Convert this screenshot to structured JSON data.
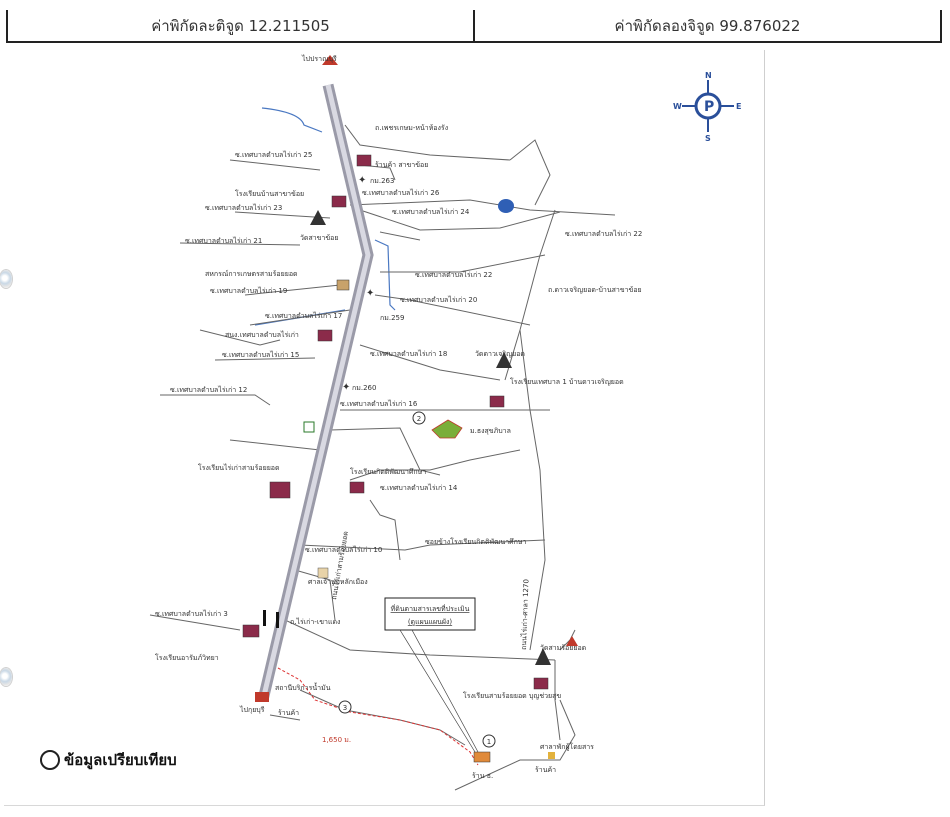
{
  "header": {
    "latitude": "ค่าพิกัดละติจูด 12.211505",
    "longitude": "ค่าพิกัดลองจิจูด 99.876022"
  },
  "compass": {
    "letters": [
      "N",
      "W",
      "E",
      "S"
    ]
  },
  "legend": {
    "text": "ข้อมูลเปรียบเทียบ"
  },
  "map": {
    "to_north": "ไปปราณบุรี",
    "to_south": "ไปกุยบุรี",
    "note_box": [
      "ที่ดินตามสารเลขที่ประเมิน",
      "(ดูแผนแผนผัง)"
    ],
    "distance": "1,650 ม.",
    "markers": [
      "1",
      "2",
      "3"
    ],
    "labels": {
      "road_top": "ถ.เพชรเกษม-หน้าห้องรัง",
      "soi25": "ซ.เทศบาลตำบลไร่เก่า 25",
      "kdm263": "กม.263",
      "shop_top": "ร้านค้า สาขาข้อย",
      "school1": "โรงเรียนบ้านสาขาข้อย",
      "soi26": "ซ.เทศบาลตำบลไร่เก่า 26",
      "soi23": "ซ.เทศบาลตำบลไร่เก่า 23",
      "soi24": "ซ.เทศบาลตำบลไร่เก่า 24",
      "temple1": "วัดสาขาข้อย",
      "soi21": "ซ.เทศบาลตำบลไร่เก่า 21",
      "soi22b": "ซ.เทศบาลตำบลไร่เก่า 22",
      "coop": "สหกรณ์การเกษตรสามร้อยยอด",
      "soi22": "ซ.เทศบาลตำบลไร่เก่า 22",
      "soi19": "ซ.เทศบาลตำบลไร่เก่า 19",
      "road_khao": "ถ.ดาวเจริญยอด-บ้านสาขาข้อย",
      "soi17": "ซ.เทศบาลตำบลไร่เก่า 17",
      "soi20": "ซ.เทศบาลตำบลไร่เก่า 20",
      "kdm259": "กม.259",
      "office": "สนง.เทศบาลตำบลไร่เก่า",
      "temple2": "วัดดาวเจริญยอด",
      "soi15": "ซ.เทศบาลตำบลไร่เก่า 15",
      "soi18": "ซ.เทศบาลตำบลไร่เก่า 18",
      "school_khao": "โรงเรียนเทศบาล 1 บ้านดาวเจริญยอด",
      "soi12": "ซ.เทศบาลตำบลไร่เก่า 12",
      "kdm260": "กม.260",
      "soi16": "ซ.เทศบาลตำบลไร่เก่า 16",
      "village": "ม.ธงสุขภิบาล",
      "school_pathom": "โรงเรียนไร่เก่าสามร้อยยอด",
      "school_kit": "โรงเรียนกิตติพัฒนาศึกษา",
      "soi14": "ซ.เทศบาลตำบลไร่เก่า 14",
      "soi10": "ซ.เทศบาลตำบลไร่เก่า 10",
      "soi_kit": "ซอยข้างโรงเรียนกิตติพัฒนาศึกษา",
      "shrine": "ศาลเจ้าพ่อหลักเมือง",
      "road_samroi": "ถนนไร่เก่าสามร้อยยอด",
      "soi3": "ซ.เทศบาลตำบลไร่เก่า 3",
      "road_left": "ถ.ไร่เก่า-เขาแดง",
      "school_wat": "โรงเรียนอารัมภ์วิทยา",
      "road_1270": "ถนนไร่เก่า-ศาลา 1270",
      "temple3": "วัดสามร้อยยอด",
      "school_sam": "โรงเรียนสามร้อยยอด บุญช่วยสุข",
      "station": "สถานีบริการน้ำมัน",
      "shop_low": "ร้าน ธ.",
      "store": "ศาลาพักผู้โดยสาร",
      "shop_b": "ร้านค้า",
      "shop_c": "ร้านค้า"
    }
  }
}
